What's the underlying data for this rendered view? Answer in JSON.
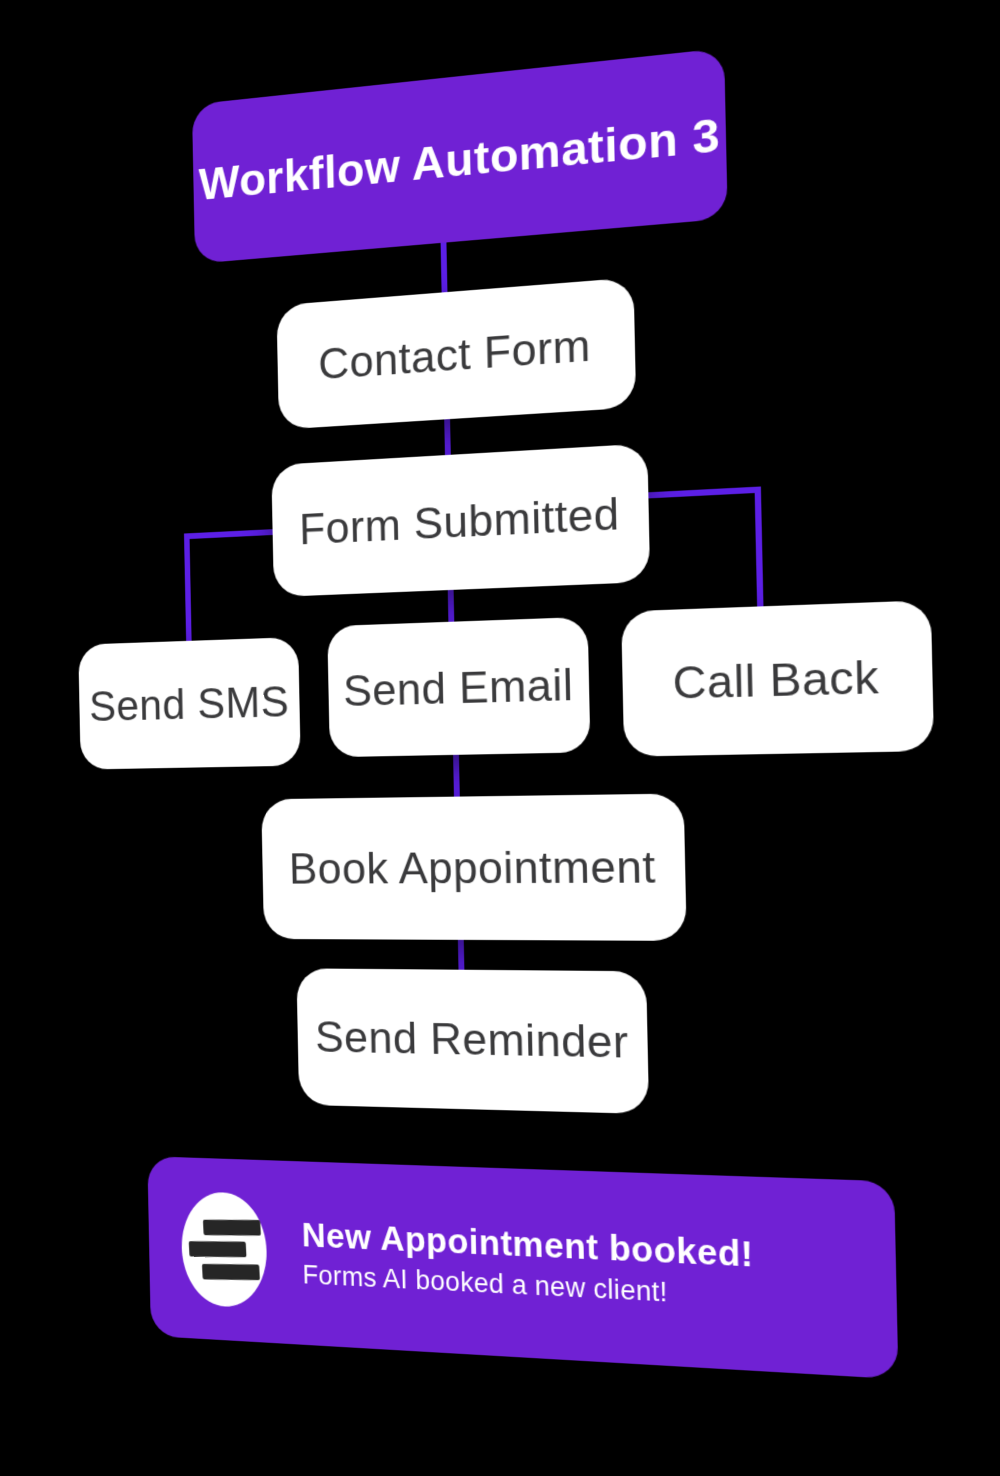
{
  "background": "#000000",
  "colors": {
    "accent": "#7021d4",
    "connector": "#5c1fe6",
    "node_bg": "#ffffff",
    "node_text": "#3a3a3c",
    "icon_bar": "#262626",
    "banner_text": "#ffffff"
  },
  "header": {
    "title": "Workflow Automation 3"
  },
  "nodes": [
    {
      "id": "contact-form",
      "label": "Contact Form"
    },
    {
      "id": "form-submitted",
      "label": "Form Submitted"
    },
    {
      "id": "send-sms",
      "label": "Send SMS"
    },
    {
      "id": "send-email",
      "label": "Send Email"
    },
    {
      "id": "call-back",
      "label": "Call Back"
    },
    {
      "id": "book-appointment",
      "label": "Book Appointment"
    },
    {
      "id": "send-reminder",
      "label": "Send Reminder"
    }
  ],
  "edges": [
    {
      "from": "workflow-header",
      "to": "contact-form"
    },
    {
      "from": "contact-form",
      "to": "form-submitted"
    },
    {
      "from": "form-submitted",
      "to": "send-sms"
    },
    {
      "from": "form-submitted",
      "to": "send-email"
    },
    {
      "from": "form-submitted",
      "to": "call-back"
    },
    {
      "from": "send-email",
      "to": "book-appointment"
    },
    {
      "from": "book-appointment",
      "to": "send-reminder"
    }
  ],
  "notification": {
    "icon": "three-bars-logo-icon",
    "heading": "New Appointment booked!",
    "subtext": "Forms AI booked a new client!"
  }
}
